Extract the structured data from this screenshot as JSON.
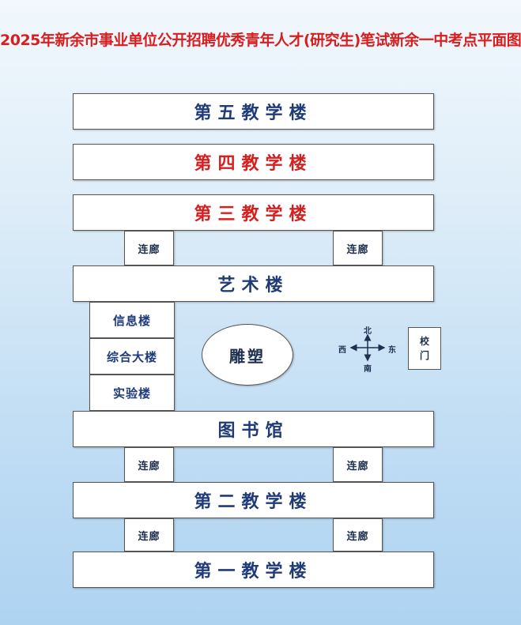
{
  "title": "2025年新余市事业单位公开招聘优秀青年人才(研究生)笔试新余一中考点平面图",
  "buildings": {
    "b5": "第五教学楼",
    "b4": "第四教学楼",
    "b3": "第三教学楼",
    "art": "艺术楼",
    "info": "信息楼",
    "comp": "综合大楼",
    "lab": "实验楼",
    "library": "图书馆",
    "b2": "第二教学楼",
    "b1": "第一教学楼"
  },
  "corridor_label": "连廊",
  "statue": "雕塑",
  "compass": {
    "north": "北",
    "south": "南",
    "east": "东",
    "west": "西"
  },
  "gate": {
    "line1": "校",
    "line2": "门"
  },
  "colors": {
    "title": "#d81e1e",
    "exam_building": "#d81e1e",
    "building_text": "#1f3b7a"
  }
}
